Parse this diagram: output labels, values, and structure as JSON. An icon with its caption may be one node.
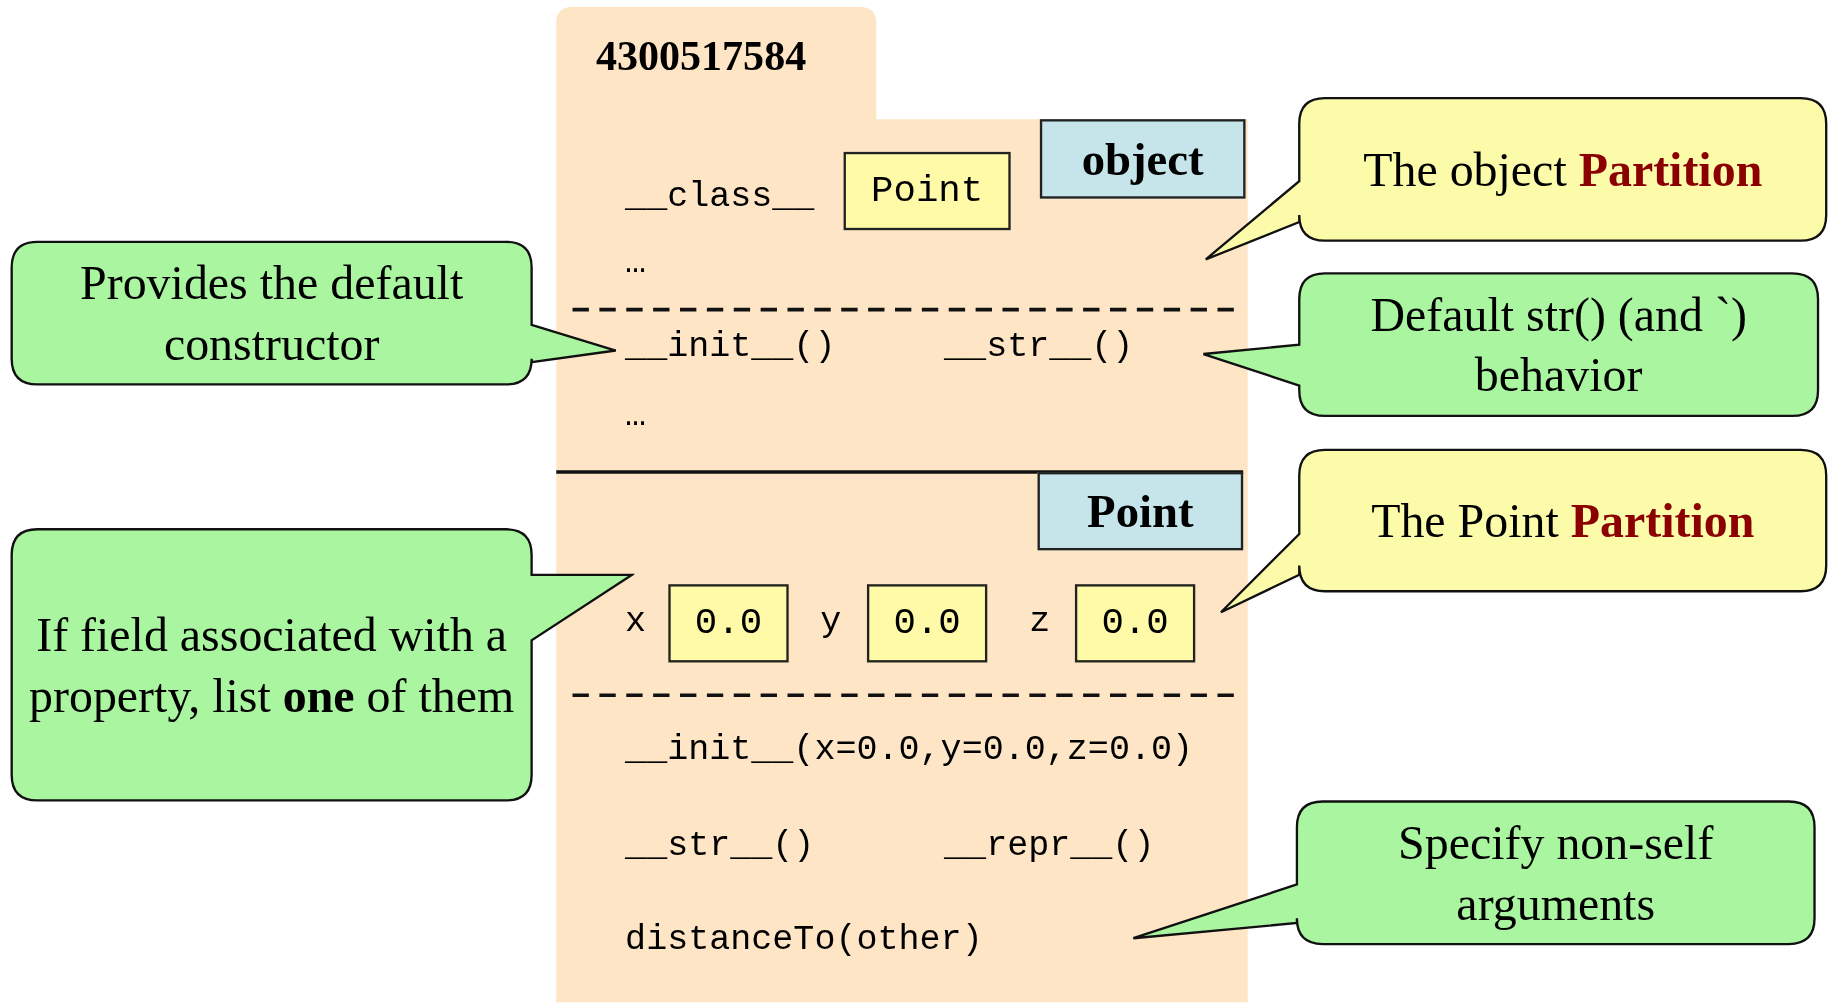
{
  "diagram": {
    "nodes": [
      {
        "text": [
          "4300517584"
        ]
      },
      {
        "text": [
          "Point"
        ],
        "in": 0
      },
      {
        "text": [
          "object"
        ],
        "in": 0
      },
      {
        "text": [
          "Point"
        ],
        "in": 0
      },
      {
        "text": [
          "0.0"
        ],
        "in": 0
      },
      {
        "text": [
          "0.0"
        ],
        "in": 0
      },
      {
        "text": [
          "0.0"
        ],
        "in": 0
      },
      {
        "text": [
          "The object **Partition**"
        ]
      },
      {
        "text": [
          "Provides the default constructor"
        ]
      },
      {
        "text": [
          "Default str() (and `) behavior"
        ]
      },
      {
        "text": [
          "The Point **Partition**"
        ]
      },
      {
        "text": [
          "If field associated with a property, list **one** of them"
        ]
      },
      {
        "text": [
          "Specify non-self arguments"
        ]
      }
    ],
    "labels": [
      "__class__",
      "…",
      "__init__()",
      "__str__()",
      "…",
      "x",
      "y",
      "z",
      "__init__(x=0.0,y=0.0,z=0.0)",
      "__str__()",
      "__repr__()",
      "distanceTo(other)"
    ]
  }
}
